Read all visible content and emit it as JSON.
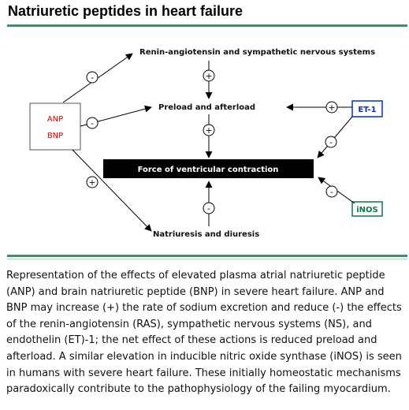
{
  "title": "Natriuretic peptides in heart failure",
  "diagram": {
    "nodes": {
      "renin": "Renin-angiotensin and sympathetic nervous systems",
      "preload": "Preload and afterload",
      "force": "Force of ventricular contraction",
      "natriuresis": "Natriuresis and diuresis",
      "anp": "ANP",
      "bnp": "BNP",
      "et1": "ET-1",
      "inos": "iNOS"
    },
    "signs": {
      "anp_to_renin": "-",
      "anp_to_preload": "-",
      "anp_to_natriuresis": "+",
      "renin_to_preload": "+",
      "preload_to_force": "+",
      "natriuresis_to_force": "-",
      "et1_to_preload": "+",
      "et1_to_force": "-",
      "inos_to_force": "-"
    },
    "colors": {
      "peptide_text": "#dd0000",
      "et1_text": "#0033bb",
      "et1_border": "#0033bb",
      "inos_text": "#117744",
      "inos_border": "#117744",
      "force_fill": "#000000",
      "force_text": "#ffffff",
      "rule": "#2e9a63"
    }
  },
  "caption": "Representation of the effects of elevated plasma atrial natriuretic peptide (ANP) and brain natriuretic peptide (BNP) in severe heart failure. ANP and BNP may increase (+) the rate of sodium excretion and reduce (-) the effects of the renin-angiotensin (RAS), sympathetic nervous systems (NS), and endothelin (ET)-1; the net effect of these actions is reduced preload and afterload. A similar elevation in inducible nitric oxide synthase (iNOS) is seen in humans with severe heart failure. These initially homeostatic mechanisms paradoxically contribute to the pathophysiology of the failing myocardium."
}
